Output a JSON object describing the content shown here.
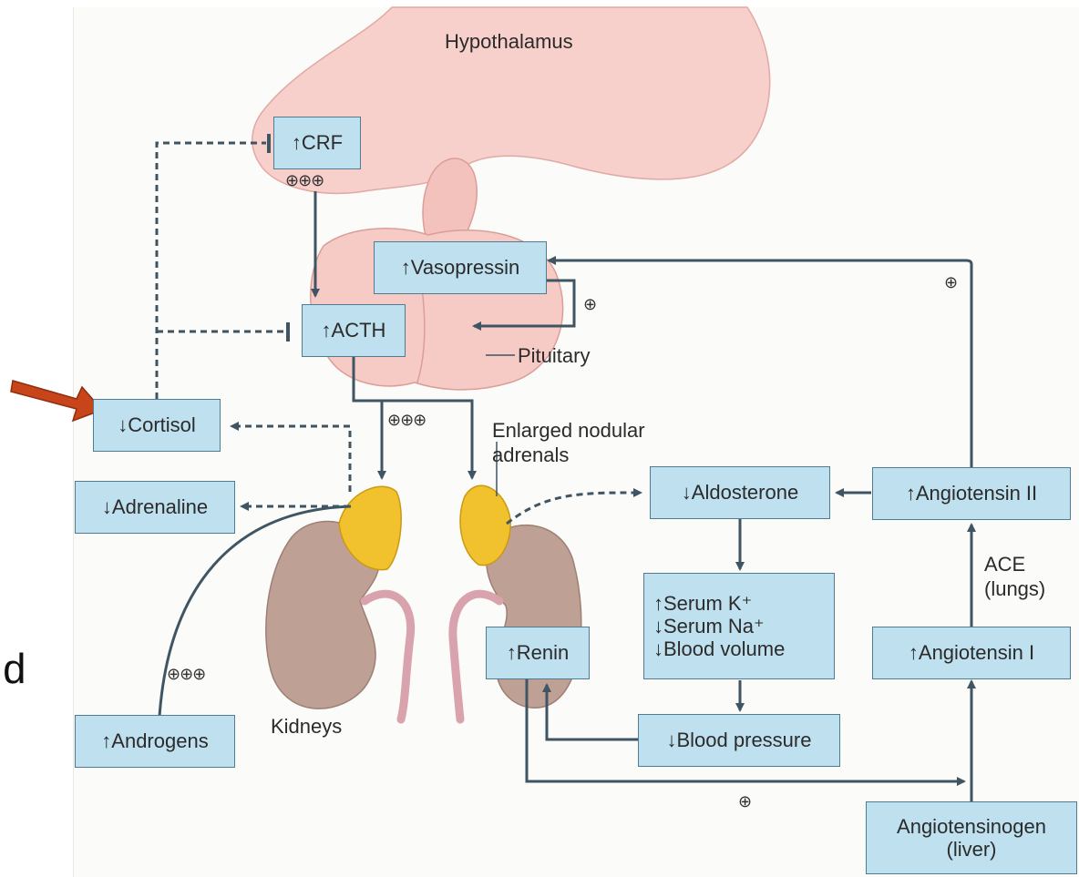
{
  "labels": {
    "hypothalamus": "Hypothalamus",
    "pituitary": "Pituitary",
    "enlarged_adrenals": [
      "Enlarged nodular",
      "adrenals"
    ],
    "kidneys": "Kidneys",
    "ace": [
      "ACE",
      "(lungs)"
    ],
    "side_char": "d"
  },
  "boxes": {
    "crf": "↑CRF",
    "vasopressin": "↑Vasopressin",
    "acth": "↑ACTH",
    "cortisol": "↓Cortisol",
    "adrenaline": "↓Adrenaline",
    "androgens": "↑Androgens",
    "aldosterone": "↓Aldosterone",
    "angiotensin_ii": "↑Angiotensin II",
    "angiotensin_i": "↑Angiotensin I",
    "serum_lines": [
      "↑Serum K⁺",
      "↓Serum Na⁺",
      "↓Blood volume"
    ],
    "renin": "↑Renin",
    "blood_pressure": "↓Blood pressure",
    "angiotensinogen": [
      "Angiotensinogen",
      "(liver)"
    ]
  },
  "signs": {
    "triple_plus": "⊕⊕⊕",
    "plus": "⊕"
  },
  "colors": {
    "box_fill": "#bfe0ef",
    "arrow": "#3f5563",
    "pituitary_pink": "#f5c6c2",
    "kidney": "#bfa095",
    "adrenal": "#f2c12e",
    "highlight_arrow": "#c8441a"
  }
}
